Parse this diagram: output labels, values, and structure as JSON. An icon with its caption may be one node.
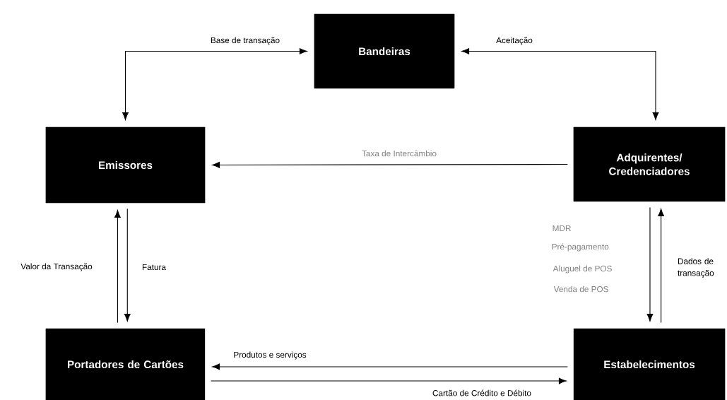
{
  "diagram": {
    "nodes": [
      {
        "text": [
          "Bandeiras"
        ]
      },
      {
        "text": [
          "Emissores"
        ]
      },
      {
        "text": [
          "Adquirentes/ Credenciadores"
        ]
      },
      {
        "text": [
          "Portadores de Cartões"
        ]
      },
      {
        "text": [
          "Estabelecimentos"
        ]
      }
    ],
    "edges": [
      {
        "from": 0,
        "to": 1,
        "arrow": "both",
        "label": "Base de transação"
      },
      {
        "from": 2,
        "to": 0,
        "arrow": "both",
        "label": "Aceitação"
      },
      {
        "from": 2,
        "to": 1,
        "arrow": "to",
        "label": "Taxa de Intercâmbio"
      },
      {
        "from": 3,
        "to": 1,
        "arrow": "to",
        "label": "Valor da Transação"
      },
      {
        "from": 1,
        "to": 3,
        "arrow": "to",
        "label": "Fatura"
      },
      {
        "from": 2,
        "to": 4,
        "arrow": "to"
      },
      {
        "from": 4,
        "to": 2,
        "arrow": "to",
        "label": "Dados de transação"
      },
      {
        "from": 4,
        "to": 3,
        "arrow": "to",
        "label": "Produtos e serviços"
      },
      {
        "from": 3,
        "to": 4,
        "arrow": "to",
        "label": "Cartão de Crédito e Débito"
      }
    ],
    "labels": [
      "MDR",
      "Pré-pagamento",
      "Aluguel de POS",
      "Venda de POS"
    ]
  }
}
